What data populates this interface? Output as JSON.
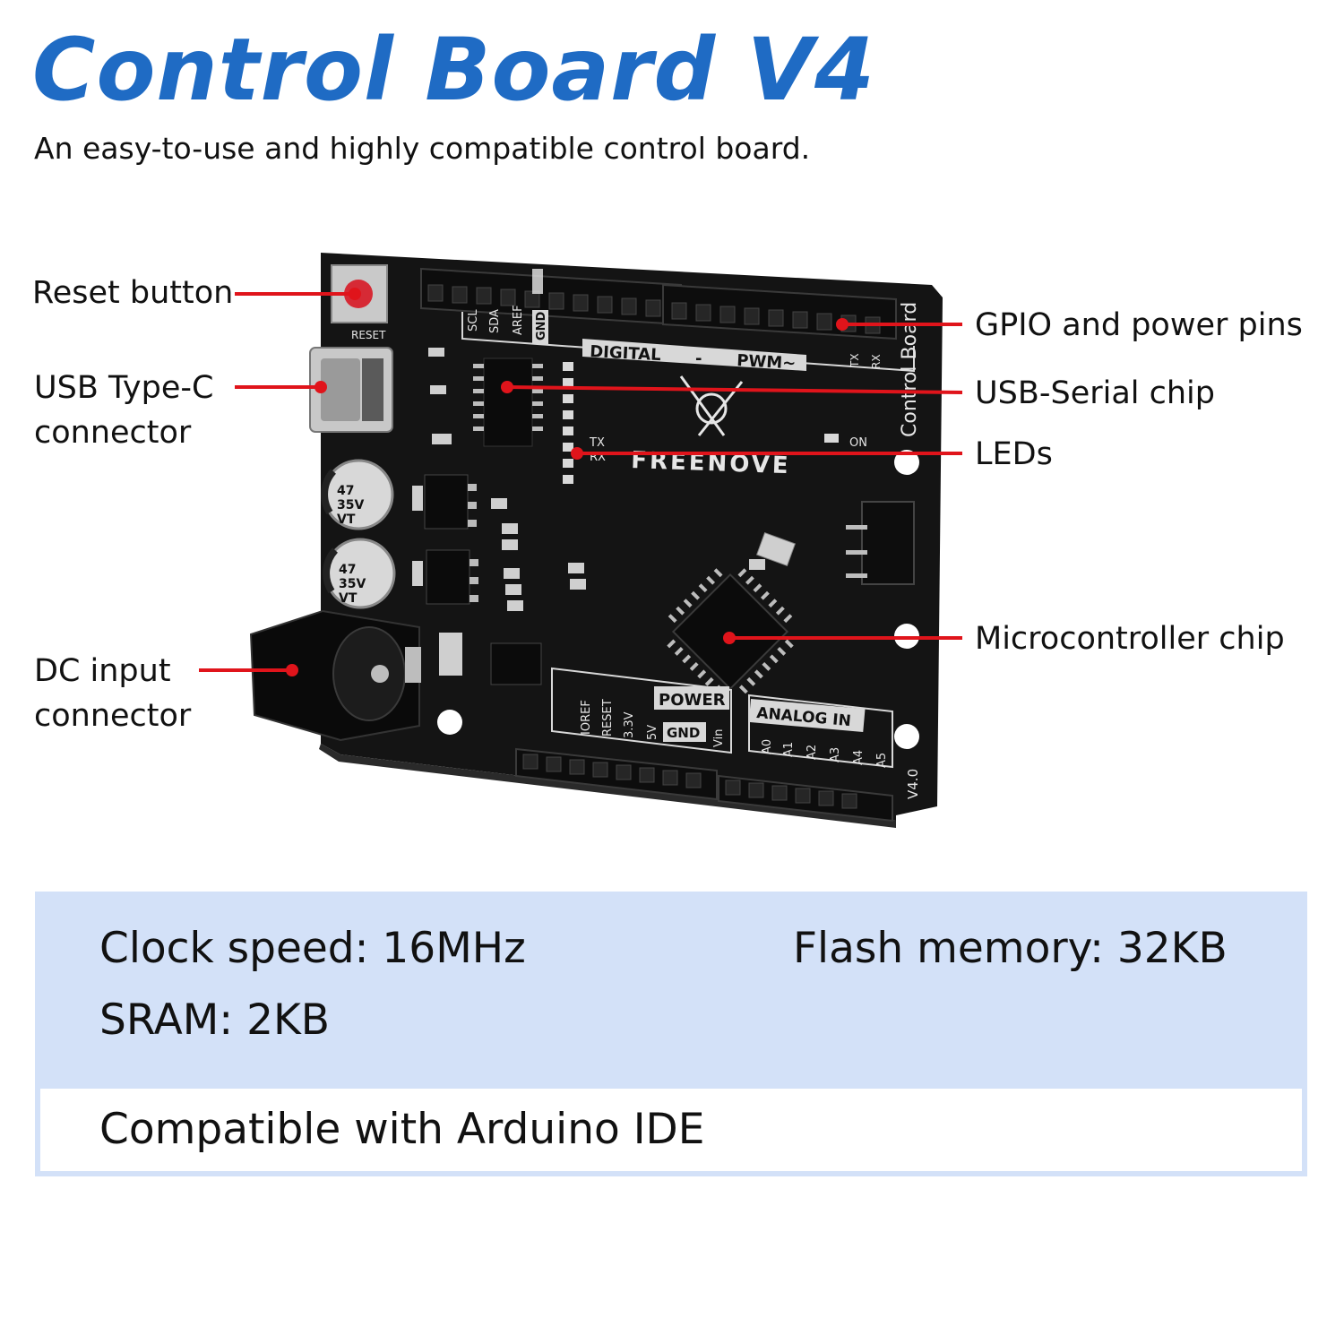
{
  "header": {
    "title": "Control Board V4",
    "subtitle": "An easy-to-use and highly compatible control board."
  },
  "callouts": {
    "reset": "Reset button",
    "usb_line1": "USB Type-C",
    "usb_line2": "connector",
    "dc_line1": "DC input",
    "dc_line2": "connector",
    "gpio": "GPIO and power pins",
    "usb_serial": "USB-Serial chip",
    "leds": "LEDs",
    "mcu": "Microcontroller chip"
  },
  "board_silkscreen": {
    "reset": "RESET",
    "digital": "DIGITAL",
    "dash": "-",
    "pwm": "PWM~",
    "tx": "TX",
    "rx": "RX",
    "on": "ON",
    "brand": "FREENOVE",
    "side_label": "Control Board",
    "power": "POWER",
    "analog_in": "ANALOG IN",
    "gnd": "GND",
    "version": "V4.0",
    "power_pins": [
      "IOREF",
      "RESET",
      "3.3V",
      "5V",
      "Vin"
    ],
    "analog_pins": [
      "A0",
      "A1",
      "A2",
      "A3",
      "A4",
      "A5"
    ],
    "top_pins": [
      "SCL",
      "SDA",
      "AREF",
      "GND"
    ],
    "cap_value": "47",
    "cap_voltage": "35V",
    "cap_series": "VT"
  },
  "specs": {
    "clock": "Clock speed: 16MHz",
    "flash": "Flash memory: 32KB",
    "sram": "SRAM: 2KB",
    "compat": "Compatible with Arduino IDE"
  },
  "colors": {
    "title_blue": "#1f6bc4",
    "callout_red": "#e0141b",
    "panel_blue": "#d3e1f8",
    "board_black": "#141414"
  }
}
